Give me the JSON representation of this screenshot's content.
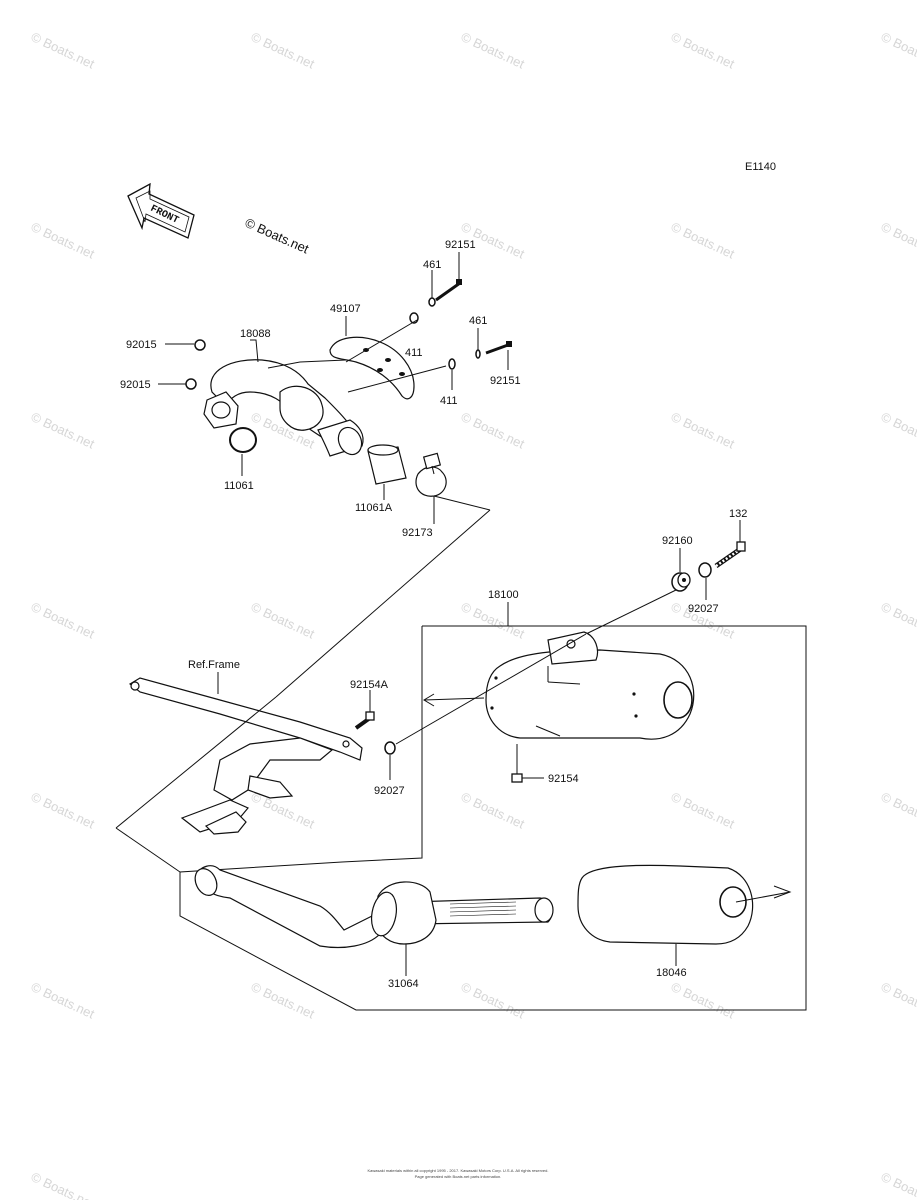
{
  "diagram_code": "E1140",
  "front_label": "FRONT",
  "brand_mark": "© Boats.net",
  "watermark_text": "© Boats.net",
  "labels": {
    "p92151_top": "92151",
    "p461_top": "461",
    "p49107": "49107",
    "p18088": "18088",
    "p92015_a": "92015",
    "p92015_b": "92015",
    "p411_a": "411",
    "p461_b": "461",
    "p92151_b": "92151",
    "p411_b": "411",
    "p11061": "11061",
    "p11061A": "11061A",
    "p92173": "92173",
    "p132": "132",
    "p92160": "92160",
    "p92027_a": "92027",
    "p18100": "18100",
    "ref_frame": "Ref.Frame",
    "p92154A": "92154A",
    "p92027_b": "92027",
    "p92154": "92154",
    "p31064": "31064",
    "p18046": "18046"
  },
  "footer_line1": "Kawasaki materials within all copyright 1995 - 2017. Kawasaki Motors Corp. U.S.A. All rights reserved.",
  "footer_line2": "Page generated with Boats.net parts information."
}
